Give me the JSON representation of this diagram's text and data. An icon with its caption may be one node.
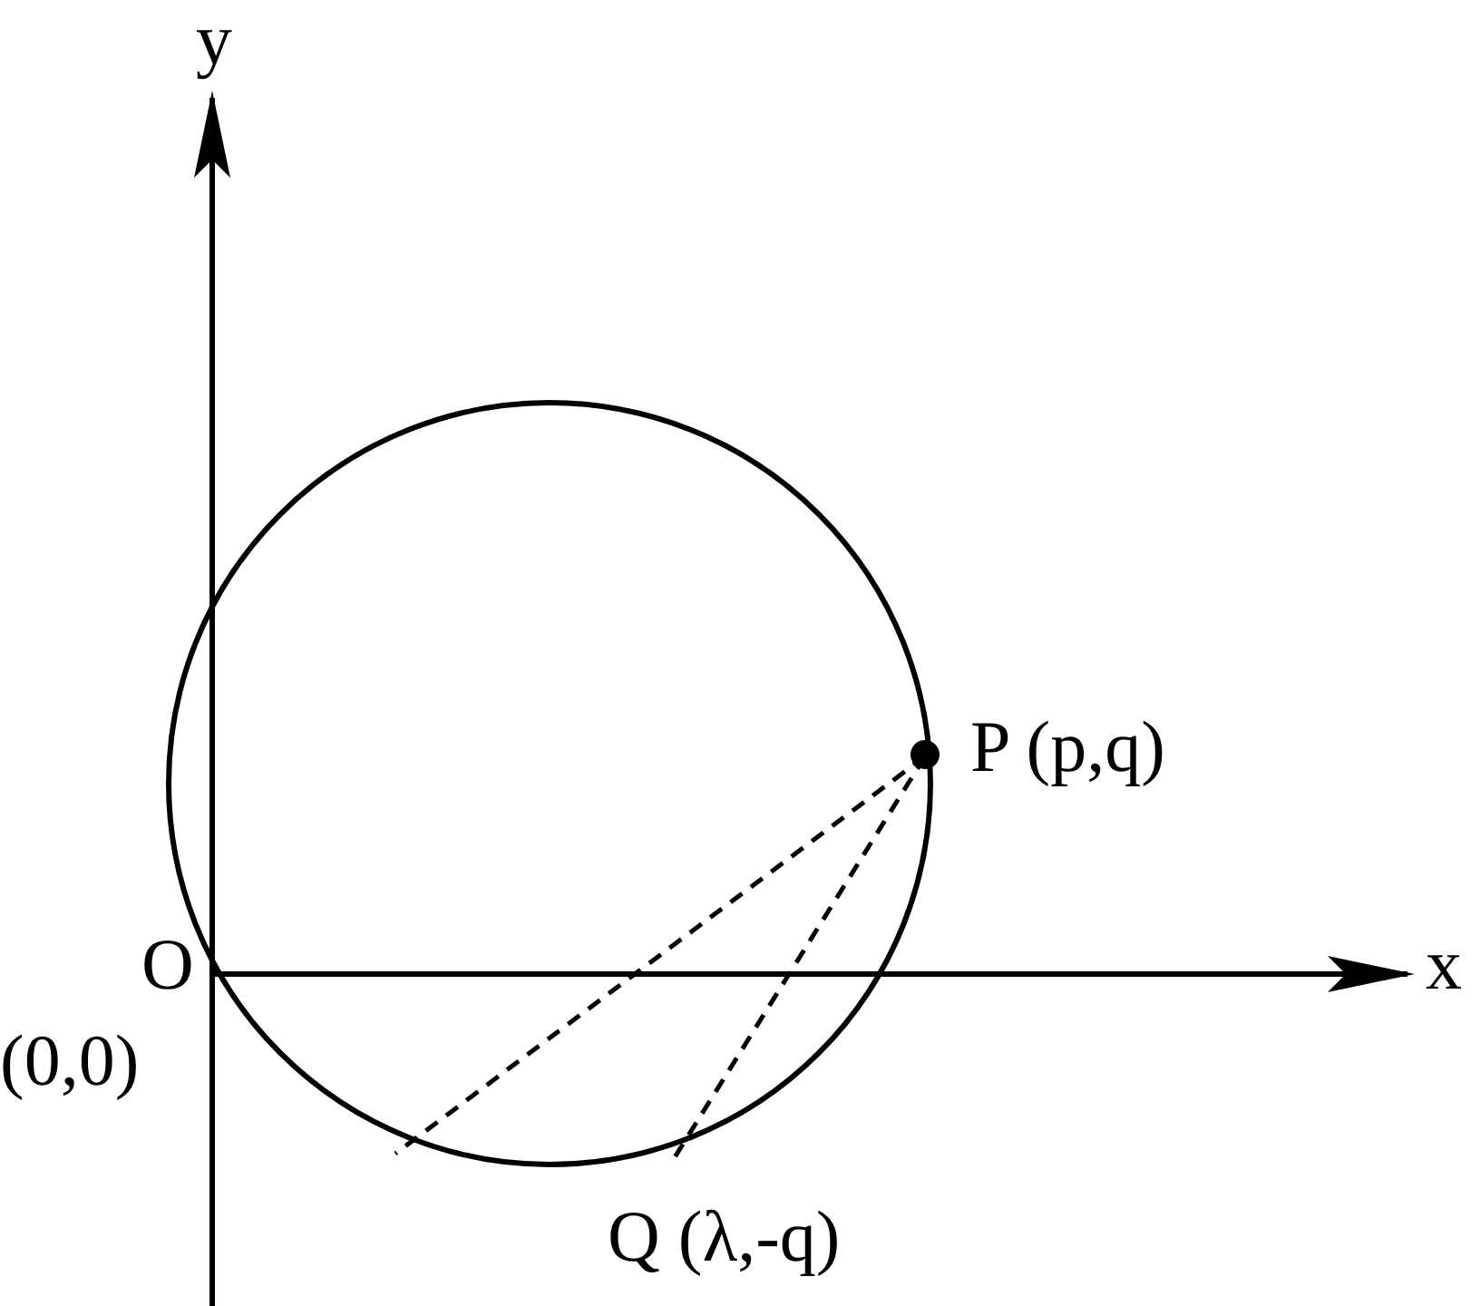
{
  "diagram": {
    "labels": [
      "y",
      "x",
      "O",
      "(0,0)",
      "P (p,q)",
      "Q (λ,-q)"
    ]
  }
}
